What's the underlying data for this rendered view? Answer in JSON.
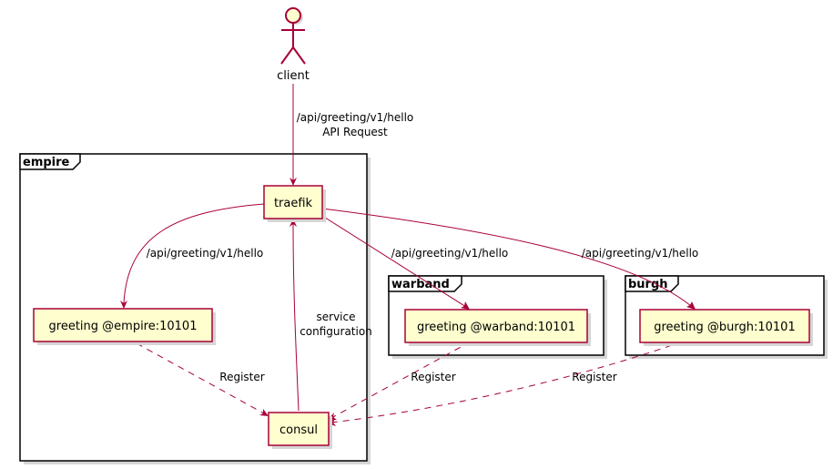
{
  "actor": {
    "label": "client"
  },
  "frames": {
    "empire": "empire",
    "warband": "warband",
    "burgh": "burgh"
  },
  "nodes": {
    "traefik": "traefik",
    "consul": "consul",
    "greeting_empire": "greeting @empire:10101",
    "greeting_warband": "greeting @warband:10101",
    "greeting_burgh": "greeting @burgh:10101"
  },
  "edges": {
    "client_to_traefik": {
      "line1": "/api/greeting/v1/hello",
      "line2": "API Request"
    },
    "traefik_to_empire": "/api/greeting/v1/hello",
    "traefik_to_warband": "/api/greeting/v1/hello",
    "traefik_to_burgh": "/api/greeting/v1/hello",
    "consul_to_traefik": {
      "line1": "service",
      "line2": "configuration"
    },
    "empire_register": "Register",
    "warband_register": "Register",
    "burgh_register": "Register"
  },
  "colors": {
    "node_fill": "#FEFECE",
    "node_border": "#A80036",
    "edge": "#A80036",
    "frame_border": "#000000"
  }
}
